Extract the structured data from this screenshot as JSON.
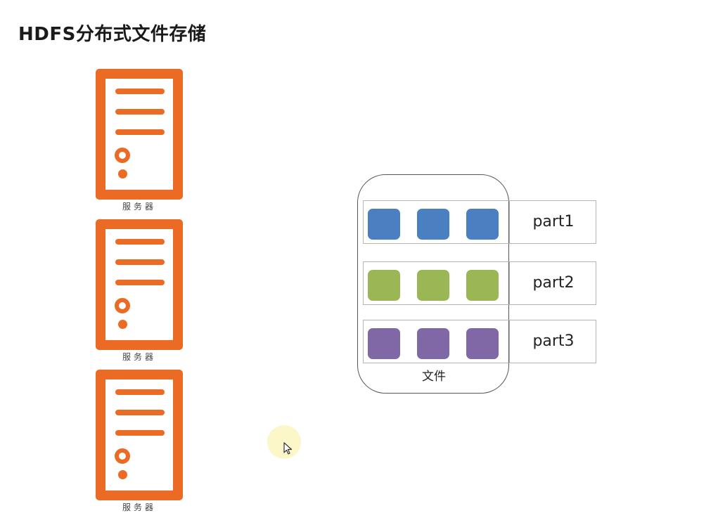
{
  "title": "HDFS分布式文件存储",
  "servers": [
    {
      "caption": "服务器"
    },
    {
      "caption": "服务器"
    },
    {
      "caption": "服务器"
    }
  ],
  "file": {
    "label": "文件",
    "parts": [
      {
        "label": "part1",
        "color": "#4a7fc1"
      },
      {
        "label": "part2",
        "color": "#9bb755"
      },
      {
        "label": "part3",
        "color": "#7f68a5"
      }
    ]
  },
  "colors": {
    "server": "#eb6a24",
    "cursor_highlight": "#fbf6c0"
  },
  "icons": {
    "server": "server-icon",
    "cursor": "mouse-pointer-icon"
  }
}
